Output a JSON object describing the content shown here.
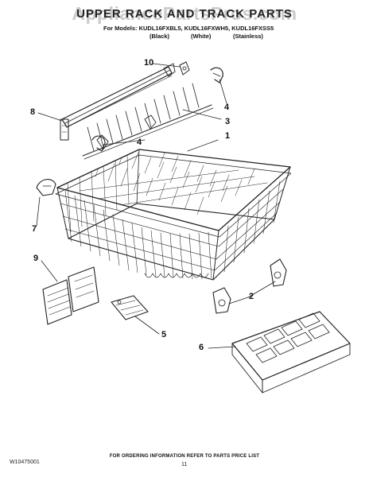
{
  "header": {
    "watermark": "AppliancePartsPros.com",
    "title": "UPPER RACK AND TRACK PARTS",
    "models_line": "For Models: KUDL16FXBL5, KUDL16FXWH5, KUDL16FXSS5",
    "finishes": [
      "(Black)",
      "(White)",
      "(Stainless)"
    ]
  },
  "callouts": [
    "10",
    "8",
    "4",
    "3",
    "4",
    "1",
    "7",
    "9",
    "2",
    "5",
    "6"
  ],
  "footer": {
    "ordering_note": "FOR ORDERING INFORMATION REFER TO PARTS PRICE LIST",
    "doc_number": "W10475001",
    "page_number": "11"
  }
}
